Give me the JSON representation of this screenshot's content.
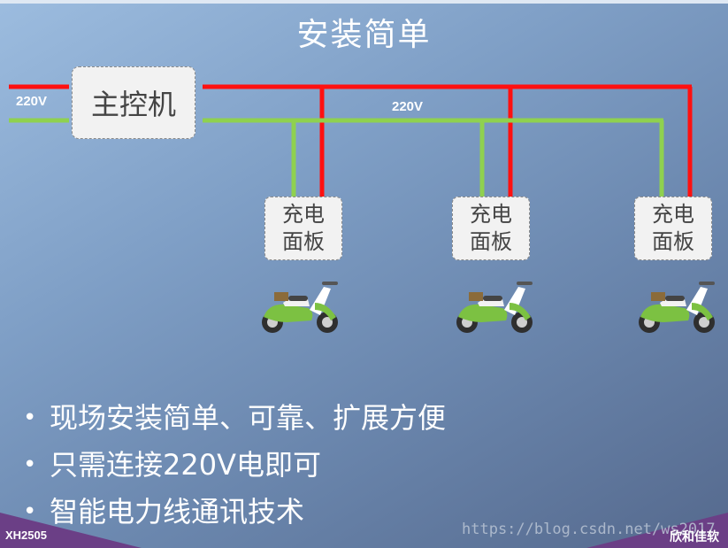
{
  "slide": {
    "title": "安装简单",
    "controller_label": "主控机",
    "voltage_label_left": "220V",
    "voltage_label_bus": "220V",
    "panel_line1": "充电",
    "panel_line2": "面板",
    "bullet_char": "•",
    "bullets": [
      "现场安装简单、可靠、扩展方便",
      "只需连接220V电即可",
      "智能电力线通讯技术"
    ],
    "footer_left": "XH2505",
    "footer_right": "欣和佳软",
    "watermark": "https://blog.csdn.net/ws2017"
  },
  "colors": {
    "live_wire": "#ff1010",
    "neutral_wire": "#8fd14f",
    "background_top": "#9cbcdf",
    "background_bottom": "#55698d",
    "corner_accent": "#6b3f86"
  },
  "icons": [
    "electric-scooter-icon"
  ]
}
